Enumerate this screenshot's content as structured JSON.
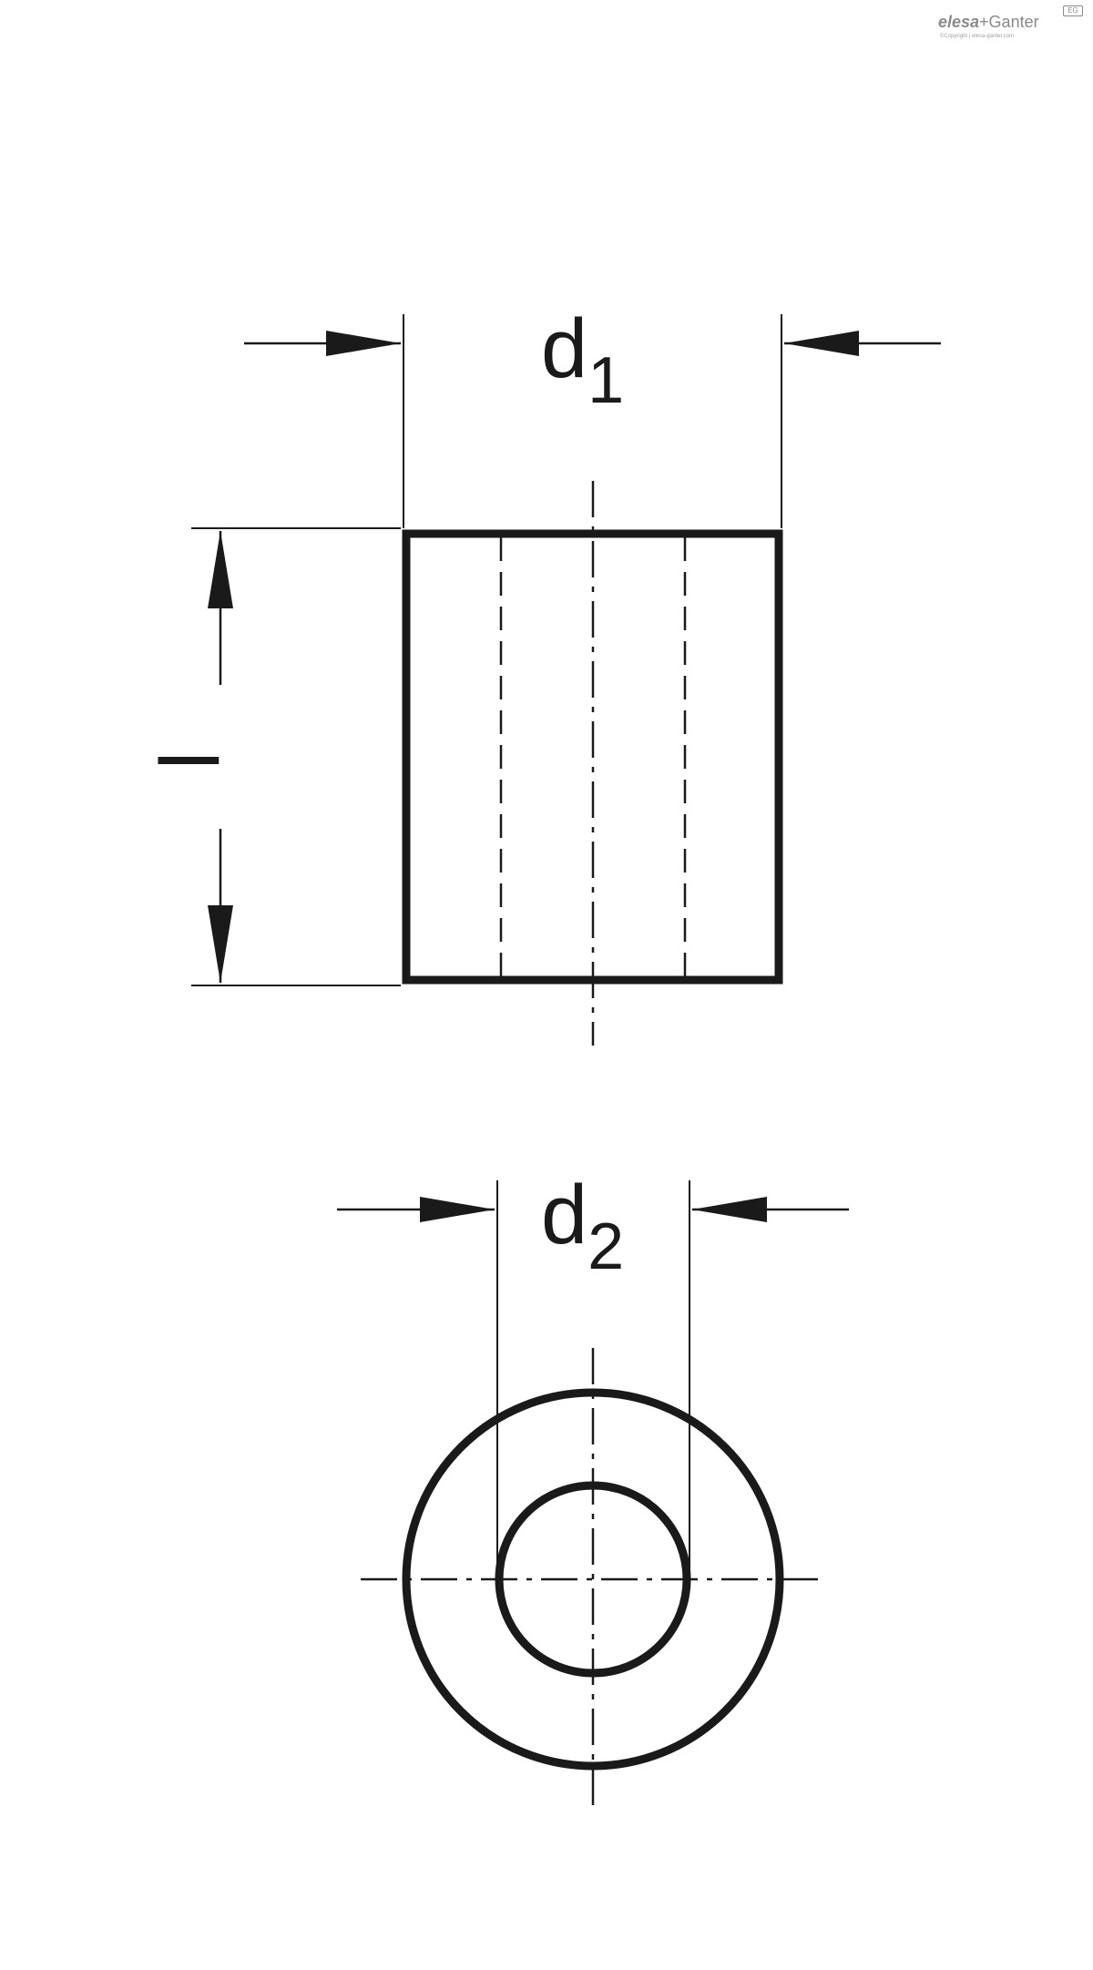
{
  "logo": {
    "brand_prefix": "elesa",
    "brand_suffix": "+Ganter",
    "badge": "EG",
    "copyright": "©Copyright | elesa-ganter.com"
  },
  "dimensions": {
    "d1": {
      "symbol": "d",
      "subscript": "1"
    },
    "d2": {
      "symbol": "d",
      "subscript": "2"
    },
    "length": {
      "symbol": "l"
    }
  },
  "colors": {
    "line": "#1a1a1a",
    "background": "#ffffff",
    "logo": "#8a8a8a"
  }
}
